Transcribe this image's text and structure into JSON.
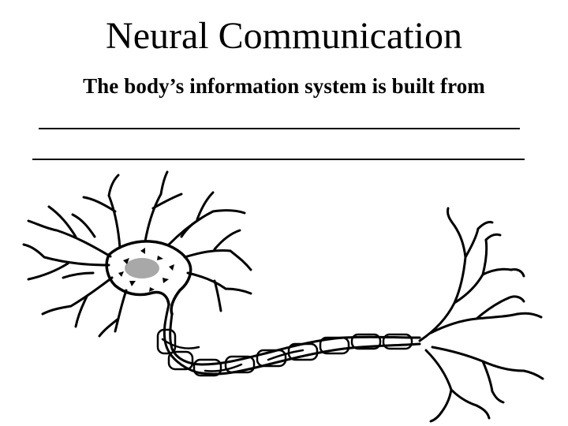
{
  "slide": {
    "title": "Neural Communication",
    "subtitle": "The body’s information system is built from",
    "fill_in_blanks": 2
  },
  "illustration": {
    "subject": "neuron",
    "parts": [
      "dendrites",
      "cell-body",
      "nucleus",
      "axon",
      "myelin-sheath",
      "axon-terminals"
    ],
    "nucleus_color": "#a8a8a8",
    "stroke_color": "#000000"
  }
}
